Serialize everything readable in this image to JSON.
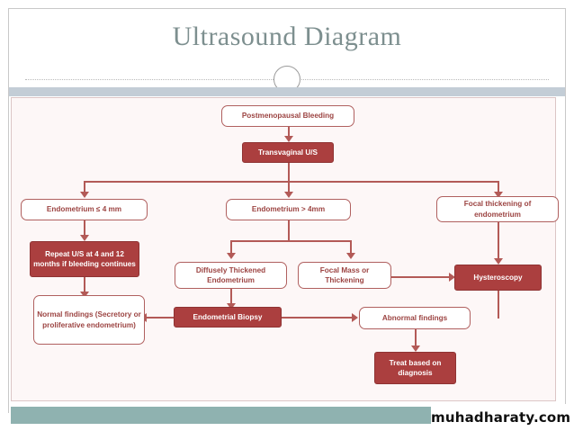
{
  "slide": {
    "title": "Ultrasound Diagram",
    "watermark": "muhadharaty.com",
    "accent_dark_red": "#ab3f3f",
    "accent_outline_red": "#b0605f",
    "title_color": "#7d8f8f",
    "band_blue": "#c3cdd6",
    "band_teal": "#8fb2b0",
    "canvas_bg": "#fdf7f7"
  },
  "diagram": {
    "type": "flowchart",
    "title": "Ultrasound Diagram",
    "nodes": [
      {
        "id": "n1",
        "label": "Postmenopausal Bleeding",
        "style": "outline"
      },
      {
        "id": "n2",
        "label": "Transvaginal U/S",
        "style": "filled"
      },
      {
        "id": "n3",
        "label": "Endometrium ≤ 4 mm",
        "style": "outline"
      },
      {
        "id": "n4",
        "label": "Endometrium > 4mm",
        "style": "outline"
      },
      {
        "id": "n5",
        "label": "Focal thickening of endometrium",
        "style": "outline"
      },
      {
        "id": "n6",
        "label": "Repeat U/S at 4 and 12 months if bleeding continues",
        "style": "filled"
      },
      {
        "id": "n7",
        "label": "Diffusely Thickened Endometrium",
        "style": "outline"
      },
      {
        "id": "n8",
        "label": "Focal Mass or Thickening",
        "style": "outline"
      },
      {
        "id": "n9",
        "label": "Hysteroscopy",
        "style": "filled"
      },
      {
        "id": "n10",
        "label": "Normal findings (Secretory or proliferative endometrium)",
        "style": "outline"
      },
      {
        "id": "n11",
        "label": "Endometrial Biopsy",
        "style": "filled"
      },
      {
        "id": "n12",
        "label": "Abnormal findings",
        "style": "outline"
      },
      {
        "id": "n13",
        "label": "Treat based on diagnosis",
        "style": "filled"
      }
    ],
    "edges": [
      {
        "from": "n1",
        "to": "n2",
        "direction": "down"
      },
      {
        "from": "n2",
        "to": "n3",
        "direction": "down"
      },
      {
        "from": "n2",
        "to": "n4",
        "direction": "down"
      },
      {
        "from": "n2",
        "to": "n5",
        "direction": "down"
      },
      {
        "from": "n3",
        "to": "n6",
        "direction": "down"
      },
      {
        "from": "n4",
        "to": "n7",
        "direction": "down"
      },
      {
        "from": "n4",
        "to": "n8",
        "direction": "down"
      },
      {
        "from": "n5",
        "to": "n9",
        "direction": "down"
      },
      {
        "from": "n8",
        "to": "n9",
        "direction": "right"
      },
      {
        "from": "n7",
        "to": "n11",
        "direction": "down"
      },
      {
        "from": "n11",
        "to": "n10",
        "direction": "left"
      },
      {
        "from": "n11",
        "to": "n12",
        "direction": "right"
      },
      {
        "from": "n9",
        "to": "n12",
        "direction": "down"
      },
      {
        "from": "n12",
        "to": "n13",
        "direction": "down"
      },
      {
        "from": "n6",
        "to": "n10",
        "direction": "down"
      }
    ]
  }
}
